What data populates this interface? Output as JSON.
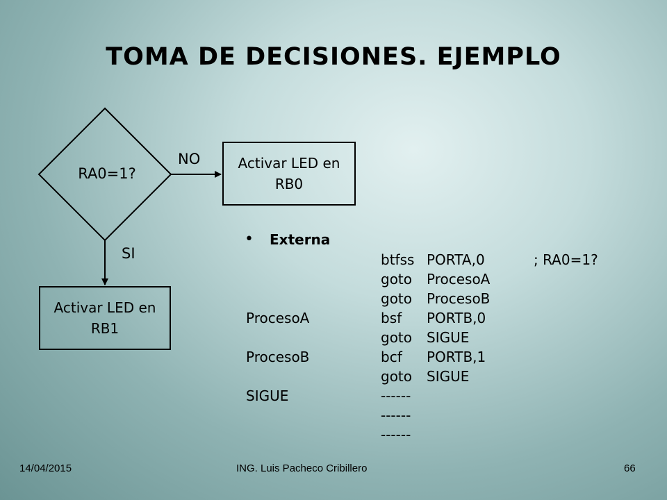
{
  "title": "TOMA DE DECISIONES. EJEMPLO",
  "flowchart": {
    "decision": "RA0=1?",
    "no_label": "NO",
    "si_label": "SI",
    "box_rb0": {
      "line1": "Activar LED en",
      "line2": "RB0"
    },
    "box_rb1": {
      "line1": "Activar LED en",
      "line2": "RB1"
    }
  },
  "code_section": {
    "bullet": "•",
    "heading": "Externa",
    "rows": [
      {
        "label": "",
        "op": "btfss",
        "arg": "PORTA,0",
        "comment": "; RA0=1?"
      },
      {
        "label": "",
        "op": "goto",
        "arg": "ProcesoA",
        "comment": ""
      },
      {
        "label": "",
        "op": "goto",
        "arg": "ProcesoB",
        "comment": ""
      },
      {
        "label": "ProcesoA",
        "op": "bsf",
        "arg": "PORTB,0",
        "comment": ""
      },
      {
        "label": "",
        "op": "goto",
        "arg": "SIGUE",
        "comment": ""
      },
      {
        "label": "ProcesoB",
        "op": "bcf",
        "arg": "PORTB,1",
        "comment": ""
      },
      {
        "label": "",
        "op": "goto",
        "arg": "SIGUE",
        "comment": ""
      },
      {
        "label": "SIGUE",
        "op": "------",
        "arg": "",
        "comment": ""
      },
      {
        "label": "",
        "op": "------",
        "arg": "",
        "comment": ""
      },
      {
        "label": "",
        "op": "------",
        "arg": "",
        "comment": ""
      }
    ]
  },
  "footer": {
    "date": "14/04/2015",
    "author": "ING. Luis Pacheco Cribillero",
    "page": "66"
  }
}
